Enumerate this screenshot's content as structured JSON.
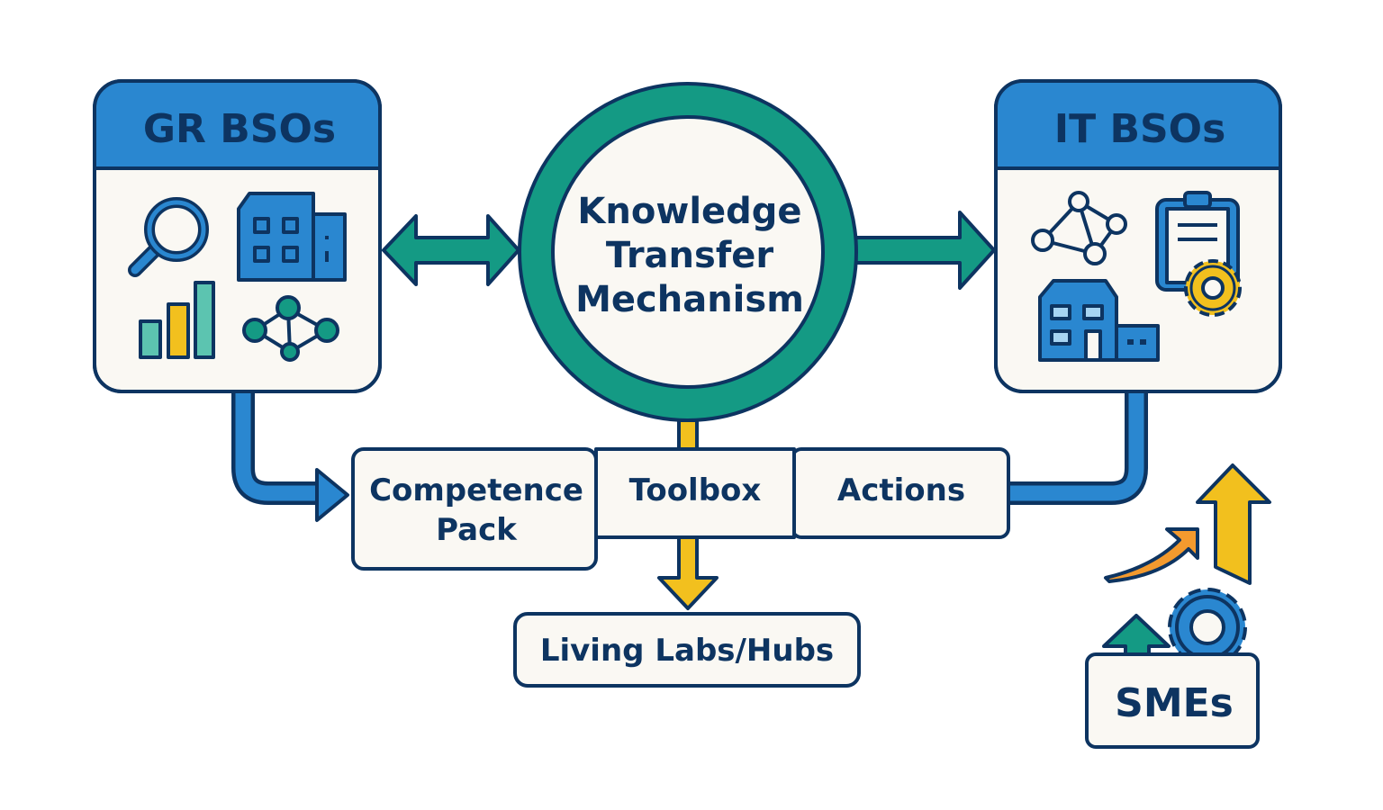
{
  "gr_bsos": {
    "title": "GR BSOs",
    "icons": [
      "magnifier-icon",
      "building-icon",
      "bar-chart-icon",
      "network-icon"
    ]
  },
  "it_bsos": {
    "title": "IT BSOs",
    "icons": [
      "network-icon",
      "clipboard-gear-icon",
      "building-icon"
    ]
  },
  "center": {
    "line1": "Knowledge",
    "line2": "Transfer",
    "line3": "Mechanism"
  },
  "components": {
    "competence_line1": "Competence",
    "competence_line2": "Pack",
    "toolbox": "Toolbox",
    "actions": "Actions"
  },
  "living_labs": "Living Labs/Hubs",
  "smes": {
    "label": "SMEs",
    "icons": [
      "growth-arrow-icon",
      "up-arrow-icon",
      "gear-icon"
    ]
  },
  "colors": {
    "navy": "#0d3461",
    "blue": "#2a87d0",
    "teal": "#149a84",
    "yellow": "#f2c01e",
    "orange": "#f39a2e",
    "cream": "#faf8f3"
  }
}
